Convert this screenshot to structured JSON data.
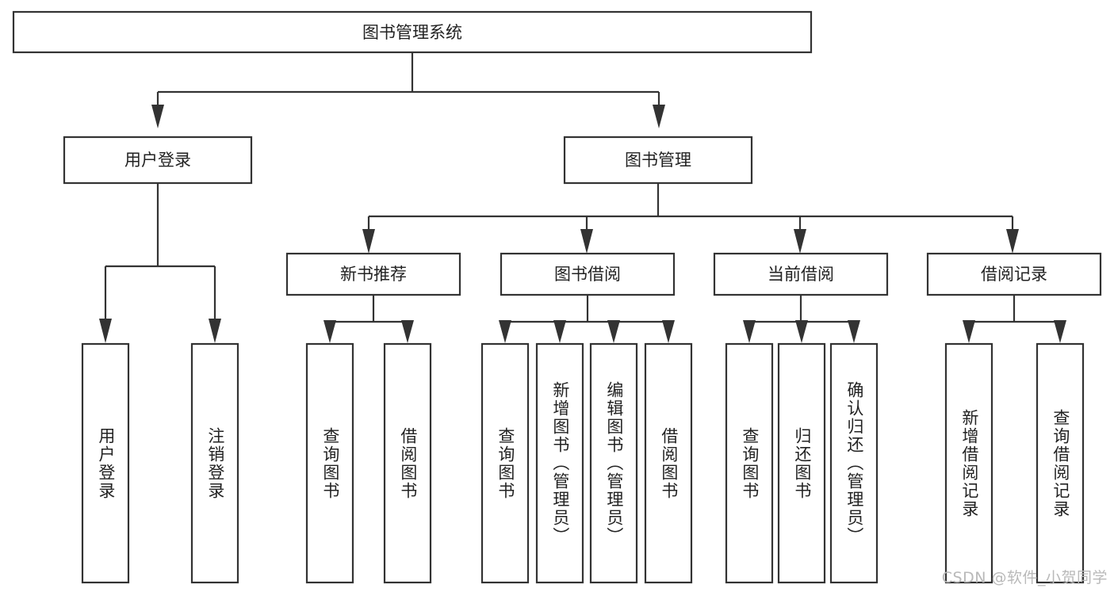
{
  "diagram": {
    "type": "tree",
    "title": "图书管理系统",
    "watermark": "CSDN @软件_小贺同学",
    "colors": {
      "background": "#ffffff",
      "stroke": "#333333",
      "text": "#222222",
      "watermark": "#b9b9b9"
    },
    "root": {
      "label": "图书管理系统"
    },
    "level2": [
      {
        "id": "user-login",
        "label": "用户登录"
      },
      {
        "id": "book-manage",
        "label": "图书管理"
      }
    ],
    "level3": [
      {
        "id": "new-book-recommend",
        "label": "新书推荐",
        "parent": "book-manage"
      },
      {
        "id": "book-borrow",
        "label": "图书借阅",
        "parent": "book-manage"
      },
      {
        "id": "current-borrow",
        "label": "当前借阅",
        "parent": "book-manage"
      },
      {
        "id": "borrow-record",
        "label": "借阅记录",
        "parent": "book-manage"
      }
    ],
    "leaves": {
      "user-login": [
        {
          "id": "leaf-user-login",
          "label": "用户登录"
        },
        {
          "id": "leaf-logout",
          "label": "注销登录"
        }
      ],
      "new-book-recommend": [
        {
          "id": "leaf-query-book-1",
          "label": "查询图书"
        },
        {
          "id": "leaf-borrow-book-1",
          "label": "借阅图书"
        }
      ],
      "book-borrow": [
        {
          "id": "leaf-query-book-2",
          "label": "查询图书"
        },
        {
          "id": "leaf-add-book",
          "label": "新增图书（管理员）"
        },
        {
          "id": "leaf-edit-book",
          "label": "编辑图书（管理员）"
        },
        {
          "id": "leaf-borrow-book-2",
          "label": "借阅图书"
        }
      ],
      "current-borrow": [
        {
          "id": "leaf-query-book-3",
          "label": "查询图书"
        },
        {
          "id": "leaf-return-book",
          "label": "归还图书"
        },
        {
          "id": "leaf-confirm-return",
          "label": "确认归还（管理员）"
        }
      ],
      "borrow-record": [
        {
          "id": "leaf-add-record",
          "label": "新增借阅记录"
        },
        {
          "id": "leaf-query-record",
          "label": "查询借阅记录"
        }
      ]
    }
  }
}
